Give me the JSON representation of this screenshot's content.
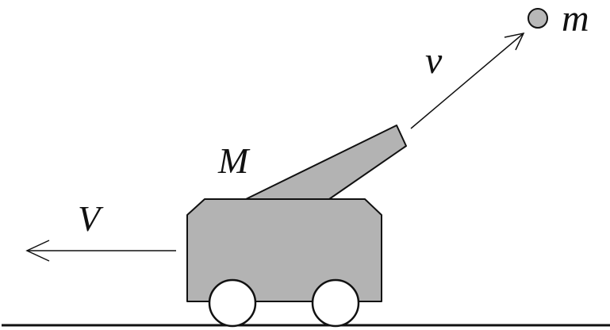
{
  "labels": {
    "cart_mass": "M",
    "projectile_mass": "m",
    "projectile_velocity": "v",
    "cart_velocity": "V"
  },
  "colors": {
    "ink": "#111111",
    "body_fill": "#b3b3b3",
    "wheel_fill": "#ffffff",
    "ball_fill": "#b8b8b8"
  }
}
